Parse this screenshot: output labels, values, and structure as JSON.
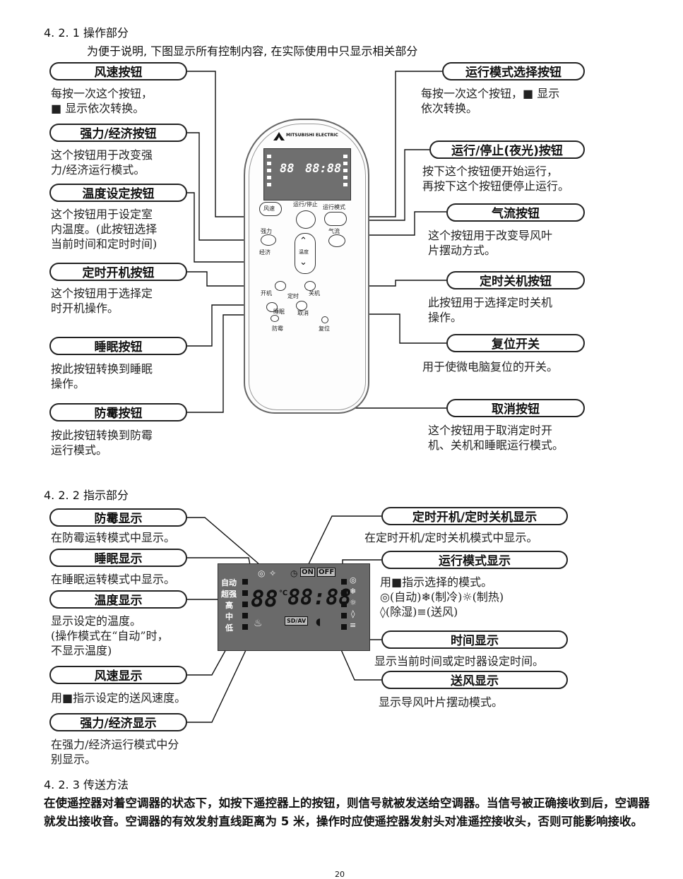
{
  "section1": {
    "heading": "4. 2. 1  操作部分",
    "subheading": "为便于说明, 下图显示所有控制内容, 在实际使用中只显示相关部分"
  },
  "left_labels": [
    {
      "title": "风速按钮",
      "desc": "每按一次这个按钮，\n■ 显示依次转换。"
    },
    {
      "title": "强力/经济按钮",
      "desc": "这个按钮用于改变强\n力/经济运行模式。"
    },
    {
      "title": "温度设定按钮",
      "desc": "这个按钮用于设定室\n内温度。(此按钮选择\n当前时间和定时时间)"
    },
    {
      "title": "定时开机按钮",
      "desc": "这个按钮用于选择定\n时开机操作。"
    },
    {
      "title": "睡眠按钮",
      "desc": "按此按钮转换到睡眠\n操作。"
    },
    {
      "title": "防霉按钮",
      "desc": "按此按钮转换到防霉\n运行模式。"
    }
  ],
  "right_labels": [
    {
      "title": "运行模式选择按钮",
      "desc": "每按一次这个按钮，■ 显示\n依次转换。"
    },
    {
      "title": "运行/停止(夜光)按钮",
      "desc": "按下这个按钮便开始运行，\n再按下这个按钮便停止运行。"
    },
    {
      "title": "气流按钮",
      "desc": "这个按钮用于改变导风叶\n片摆动方式。"
    },
    {
      "title": "定时关机按钮",
      "desc": "此按钮用于选择定时关机\n操作。"
    },
    {
      "title": "复位开关",
      "desc": "用于使微电脑复位的开关。"
    },
    {
      "title": "取消按钮",
      "desc": "这个按钮用于取消定时开\n机、关机和睡眠运行模式。"
    }
  ],
  "remote": {
    "brand": "MITSUBISHI ELECTRIC",
    "buttons": {
      "fan": "风速",
      "run_stop": "运行/停止",
      "mode": "运行模式",
      "power": "强力",
      "airflow": "气流",
      "eco": "经济",
      "temp": "温度",
      "timer_on": "开机",
      "timer": "定时",
      "timer_off": "关机",
      "sleep": "睡眠",
      "cancel": "取消",
      "mildew": "防霉",
      "reset": "复位"
    }
  },
  "section2": {
    "heading": "4. 2. 2  指示部分"
  },
  "ind_left": [
    {
      "title": "防霉显示",
      "desc": "在防霉运转模式中显示。"
    },
    {
      "title": "睡眠显示",
      "desc": "在睡眠运转模式中显示。"
    },
    {
      "title": "温度显示",
      "desc": "显示设定的温度。\n(操作模式在“自动”时，\n不显示温度)"
    },
    {
      "title": "风速显示",
      "desc": "用■指示设定的送风速度。"
    },
    {
      "title": "强力/经济显示",
      "desc": "在强力/经济运行模式中分\n别显示。"
    }
  ],
  "ind_right": [
    {
      "title": "定时开机/定时关机显示",
      "desc": "在定时开机/定时关机模式中显示。"
    },
    {
      "title": "运行模式显示",
      "desc": "用■指示选择的模式。\n◎(自动)❄(制冷)☼(制热)\n◊(除湿)≡(送风)"
    },
    {
      "title": "时间显示",
      "desc": "显示当前时间或定时器设定时间。"
    },
    {
      "title": "送风显示",
      "desc": "显示导风叶片摆动模式。"
    }
  ],
  "lcd": {
    "fan_levels": [
      "自动",
      "超强",
      "高",
      "中",
      "低"
    ],
    "temp": "88",
    "unit": "℃",
    "time": "88:88",
    "on": "ON",
    "off": "OFF",
    "power_label": "SD/AV"
  },
  "section3": {
    "heading": "4. 2. 3  传送方法",
    "paragraph": "在使遥控器对着空调器的状态下，如按下遥控器上的按钮，则信号就被发送给空调器。当信号被正确接收到后，空调器就发出接收音。空调器的有效发射直线距离为 5 米，操作时应使遥控器发射头对准遥控接收头，否则可能影响接收。"
  },
  "page_number": "20"
}
